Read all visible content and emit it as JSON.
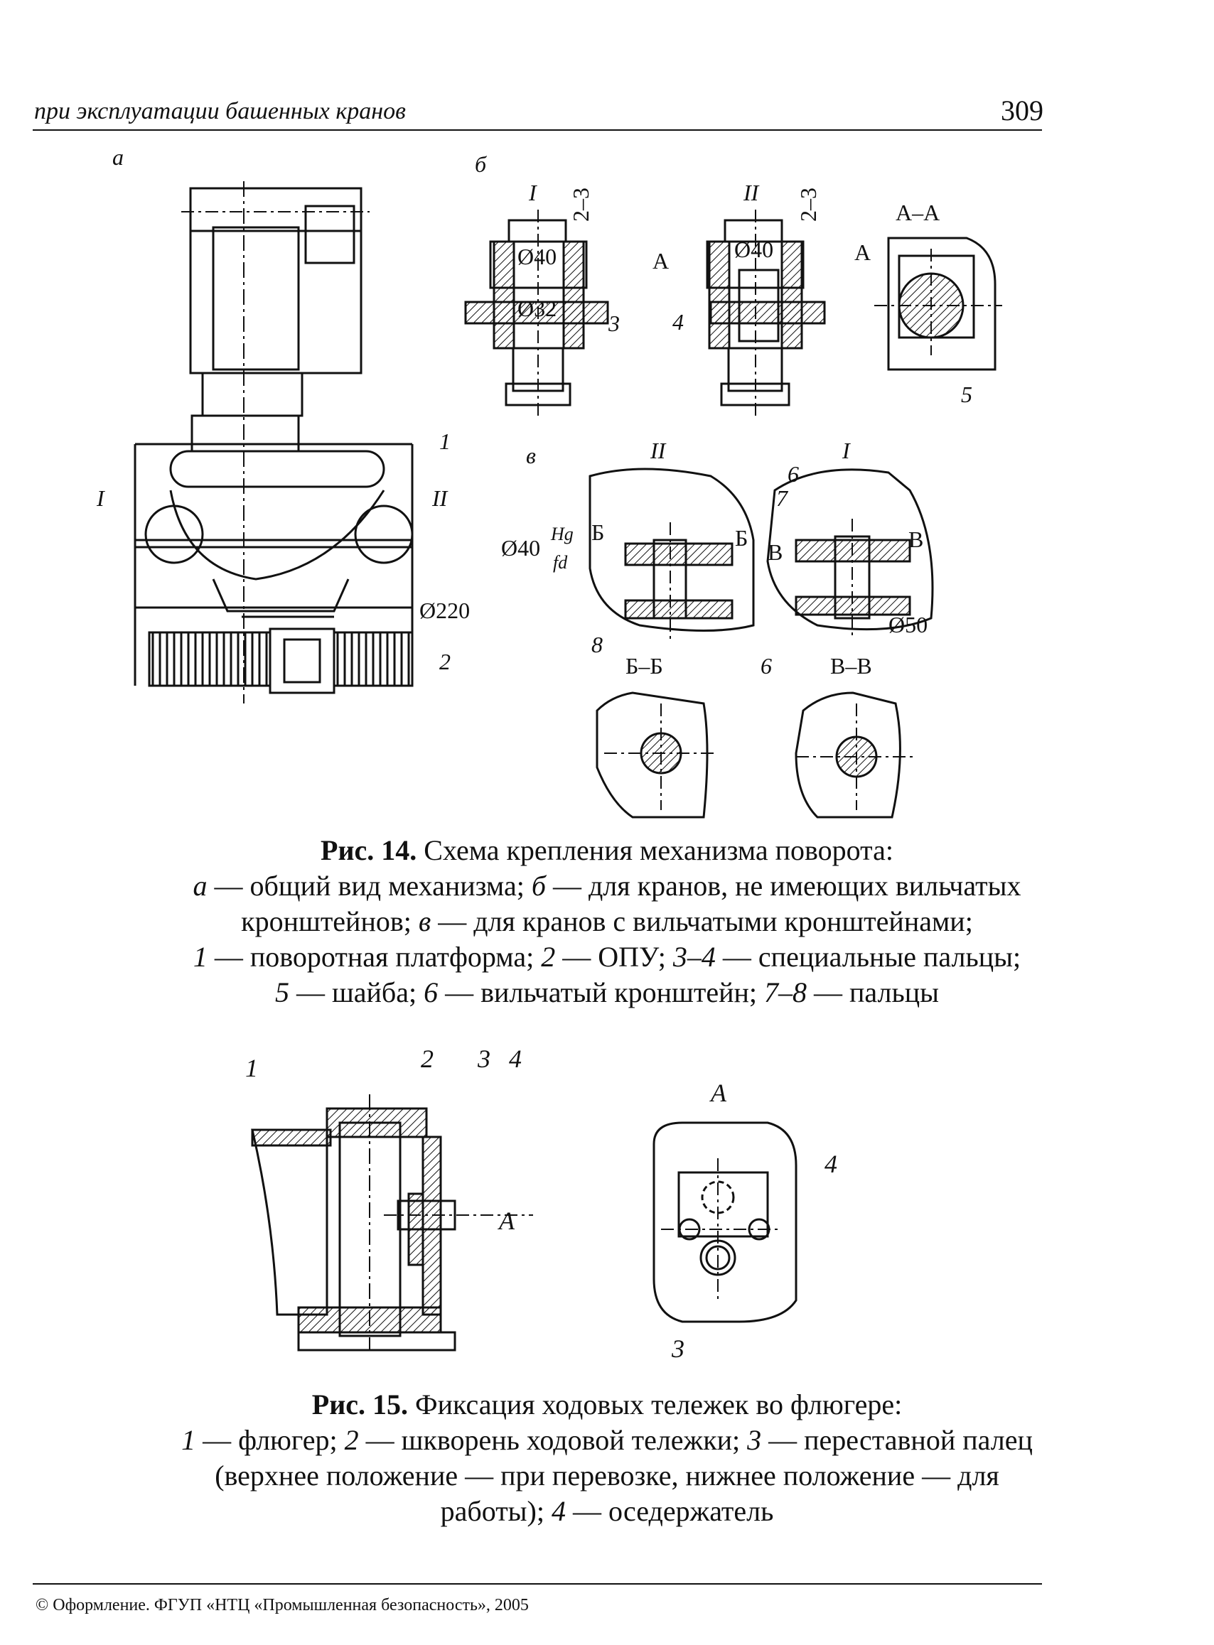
{
  "header": {
    "running_title": "при эксплуатации башенных кранов",
    "page_number": "309"
  },
  "figure14": {
    "panel_labels": {
      "a": "а",
      "b": "б",
      "v": "в"
    },
    "view_labels": {
      "I": "I",
      "II": "II"
    },
    "section_labels": {
      "AA": "А–А",
      "BB": "Б–Б",
      "VV": "В–В",
      "A": "А",
      "B": "Б",
      "V": "В"
    },
    "dims": {
      "gap": "2–3",
      "d40": "Ø40",
      "d32": "Ø32",
      "d220": "Ø220",
      "d50": "Ø50",
      "fit_main": "Ø40",
      "fit_num": "Hg",
      "fit_den": "fd"
    },
    "callouts": {
      "c1": "1",
      "c2": "2",
      "c3": "3",
      "c4": "4",
      "c5": "5",
      "c6": "6",
      "c7": "7",
      "c8": "8"
    },
    "caption": {
      "title_bold": "Рис. 14.",
      "title": " Схема крепления механизма поворота:",
      "line2_a": "а",
      "line2_rest_a": " — общий вид механизма; ",
      "line2_b": "б",
      "line2_rest_b": " — для кранов, не имеющих вильчатых",
      "line3_rest_a": "кронштейнов; ",
      "line3_v": "в",
      "line3_rest_b": " — для кранов с вильчатыми кронштейнами;",
      "line4_n1": "1",
      "line4_t1": " — поворотная платформа; ",
      "line4_n2": "2",
      "line4_t2": " — ОПУ; ",
      "line4_n3": "3–4",
      "line4_t3": " — специальные пальцы;",
      "line5_n5": "5",
      "line5_t5": " — шайба; ",
      "line5_n6": "6",
      "line5_t6": " — вильчатый кронштейн; ",
      "line5_n7": "7–8",
      "line5_t7": " — пальцы"
    }
  },
  "figure15": {
    "callouts": {
      "c1": "1",
      "c2": "2",
      "c3": "3",
      "c4": "4",
      "A": "А"
    },
    "caption": {
      "title_bold": "Рис. 15.",
      "title": " Фиксация ходовых тележек во флюгере:",
      "l2_n1": "1",
      "l2_t1": " — флюгер; ",
      "l2_n2": "2",
      "l2_t2": " — шкворень ходовой тележки; ",
      "l2_n3": "3",
      "l2_t3": " — переставной палец",
      "l3": "(верхнее положение — при перевозке, нижнее положение — для",
      "l4_a": "работы); ",
      "l4_n4": "4",
      "l4_t4": " — оседержатель"
    }
  },
  "footer": {
    "copyright": "© Оформление. ФГУП «НТЦ «Промышленная безопасность», 2005"
  }
}
